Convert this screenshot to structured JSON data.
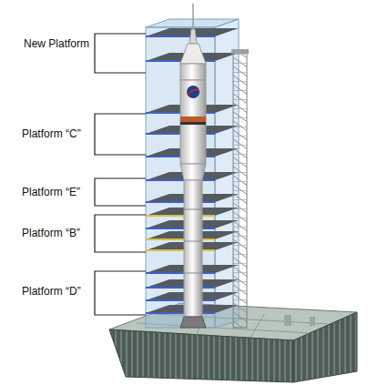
{
  "diagram": {
    "labels": [
      "New Platform",
      "Platform “C”",
      "Platform “E”",
      "Platform “B”",
      "Platform “D”"
    ]
  }
}
